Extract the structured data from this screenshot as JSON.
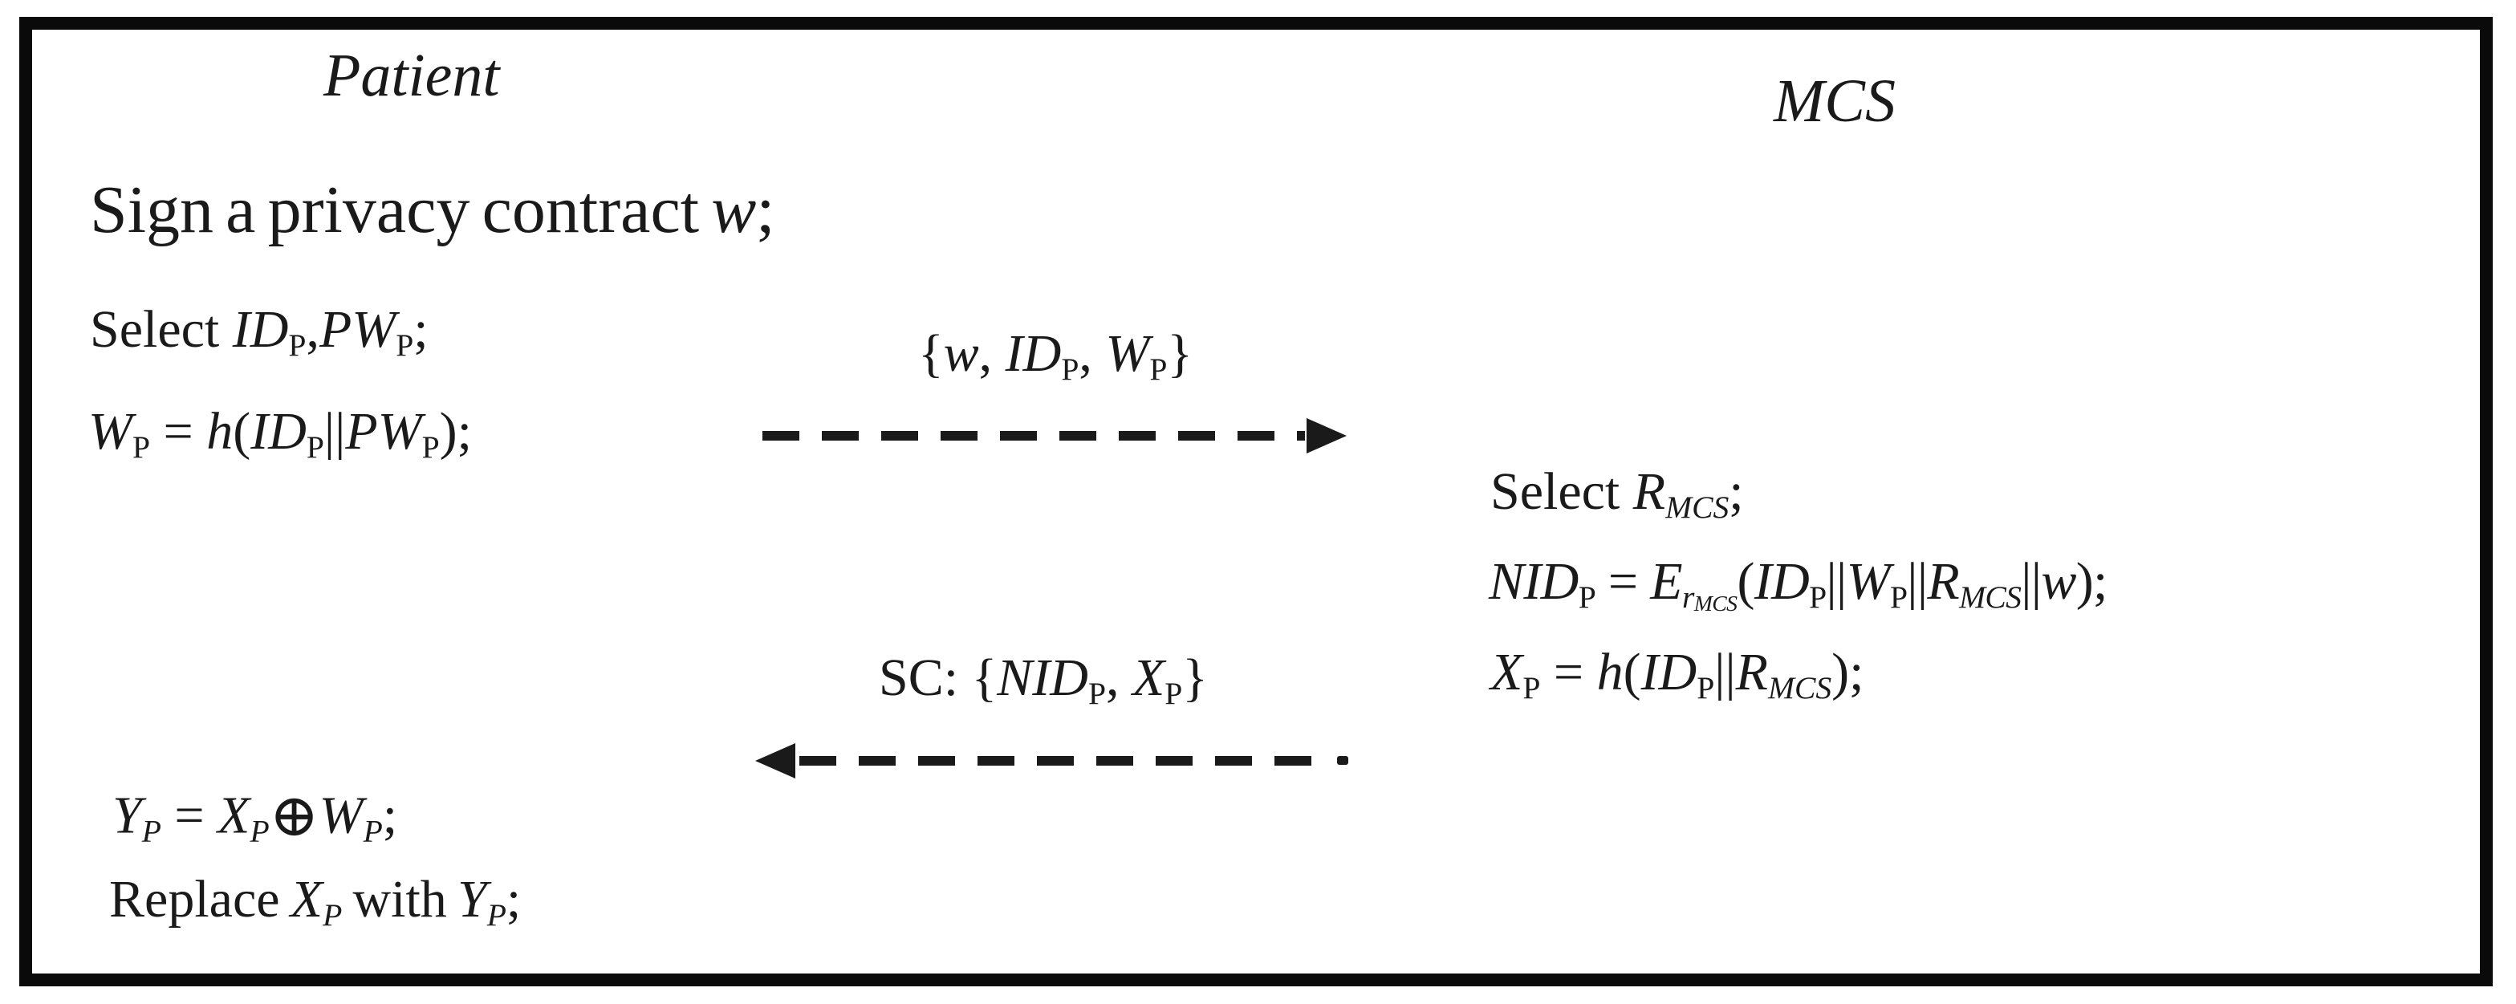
{
  "figure": {
    "type": "protocol-sequence-diagram",
    "parties": {
      "left": "Patient",
      "right": "MCS"
    },
    "colors": {
      "ink": "#1a1a1a",
      "frame": "#0a0a0a",
      "background": "#ffffff"
    }
  },
  "patient_steps": {
    "sign_contract": [
      {
        "t": "Sign a privacy contract ",
        "k": "rm"
      },
      {
        "t": "w",
        "k": "it"
      },
      {
        "t": ";",
        "k": "rm"
      }
    ],
    "select_credentials": [
      {
        "t": "Select ",
        "k": "rm"
      },
      {
        "t": "ID",
        "k": "it"
      },
      {
        "t": "P",
        "k": "sb"
      },
      {
        "t": ",",
        "k": "rm"
      },
      {
        "t": "PW",
        "k": "it"
      },
      {
        "t": "P",
        "k": "sb"
      },
      {
        "t": ";",
        "k": "rm"
      }
    ],
    "compute_wp": [
      {
        "t": "W",
        "k": "it"
      },
      {
        "t": "P",
        "k": "sb"
      },
      {
        "t": " = ",
        "k": "rm"
      },
      {
        "t": "h",
        "k": "it"
      },
      {
        "t": "(",
        "k": "rm"
      },
      {
        "t": "ID",
        "k": "it"
      },
      {
        "t": "P",
        "k": "sb"
      },
      {
        "t": "||",
        "k": "rm"
      },
      {
        "t": "PW",
        "k": "it"
      },
      {
        "t": "P",
        "k": "sb"
      },
      {
        "t": ");",
        "k": "rm"
      }
    ],
    "compute_yp": [
      {
        "t": "Y",
        "k": "it"
      },
      {
        "t": "P",
        "k": "sbi"
      },
      {
        "t": " = ",
        "k": "rm"
      },
      {
        "t": "X",
        "k": "it"
      },
      {
        "t": "P",
        "k": "sbi"
      },
      {
        "t": "⊕",
        "k": "big"
      },
      {
        "t": "W",
        "k": "it"
      },
      {
        "t": "P",
        "k": "sbi"
      },
      {
        "t": ";",
        "k": "rm"
      }
    ],
    "replace_xp": [
      {
        "t": "Replace ",
        "k": "rm"
      },
      {
        "t": "X",
        "k": "it"
      },
      {
        "t": "P",
        "k": "sbi"
      },
      {
        "t": " with ",
        "k": "rm"
      },
      {
        "t": "Y",
        "k": "it"
      },
      {
        "t": "P",
        "k": "sbi"
      },
      {
        "t": ";",
        "k": "rm"
      }
    ]
  },
  "mcs_steps": {
    "select_rmcs": [
      {
        "t": "Select ",
        "k": "rm"
      },
      {
        "t": "R",
        "k": "it"
      },
      {
        "t": "MCS",
        "k": "sbi"
      },
      {
        "t": ";",
        "k": "rm"
      }
    ],
    "compute_nid": [
      {
        "t": "NID",
        "k": "it"
      },
      {
        "t": "P",
        "k": "sb"
      },
      {
        "t": " = ",
        "k": "rm"
      },
      {
        "t": "E",
        "k": "it"
      },
      {
        "t": "r",
        "k": "sbi"
      },
      {
        "t": "MCS",
        "k": "ssb"
      },
      {
        "t": "(",
        "k": "rm"
      },
      {
        "t": "ID",
        "k": "it"
      },
      {
        "t": "P",
        "k": "sb"
      },
      {
        "t": "||",
        "k": "rm"
      },
      {
        "t": "W",
        "k": "it"
      },
      {
        "t": "P",
        "k": "sb"
      },
      {
        "t": "||",
        "k": "rm"
      },
      {
        "t": "R",
        "k": "it"
      },
      {
        "t": "MCS",
        "k": "sbi"
      },
      {
        "t": "||",
        "k": "rm"
      },
      {
        "t": "w",
        "k": "it"
      },
      {
        "t": ");",
        "k": "rm"
      }
    ],
    "compute_xp": [
      {
        "t": "X",
        "k": "it"
      },
      {
        "t": "P",
        "k": "sb"
      },
      {
        "t": " = ",
        "k": "rm"
      },
      {
        "t": "h",
        "k": "it"
      },
      {
        "t": "(",
        "k": "rm"
      },
      {
        "t": "ID",
        "k": "it"
      },
      {
        "t": "P",
        "k": "sb"
      },
      {
        "t": "||",
        "k": "rm"
      },
      {
        "t": "R",
        "k": "it"
      },
      {
        "t": "MCS",
        "k": "sbi"
      },
      {
        "t": ");",
        "k": "rm"
      }
    ]
  },
  "messages": {
    "to_mcs": {
      "direction": "right",
      "style": "dashed",
      "label": [
        {
          "t": "{",
          "k": "rm"
        },
        {
          "t": "w",
          "k": "it"
        },
        {
          "t": ", ",
          "k": "rm"
        },
        {
          "t": "ID",
          "k": "it"
        },
        {
          "t": "P",
          "k": "sb"
        },
        {
          "t": ", ",
          "k": "rm"
        },
        {
          "t": "W",
          "k": "it"
        },
        {
          "t": "P",
          "k": "sb"
        },
        {
          "t": "}",
          "k": "rm"
        }
      ]
    },
    "to_patient": {
      "direction": "left",
      "style": "dashed",
      "label": [
        {
          "t": "SC: {",
          "k": "rm"
        },
        {
          "t": "NID",
          "k": "it"
        },
        {
          "t": "P",
          "k": "sb"
        },
        {
          "t": ", ",
          "k": "rm"
        },
        {
          "t": "X",
          "k": "it"
        },
        {
          "t": "P",
          "k": "sb"
        },
        {
          "t": "}",
          "k": "rm"
        }
      ]
    }
  }
}
